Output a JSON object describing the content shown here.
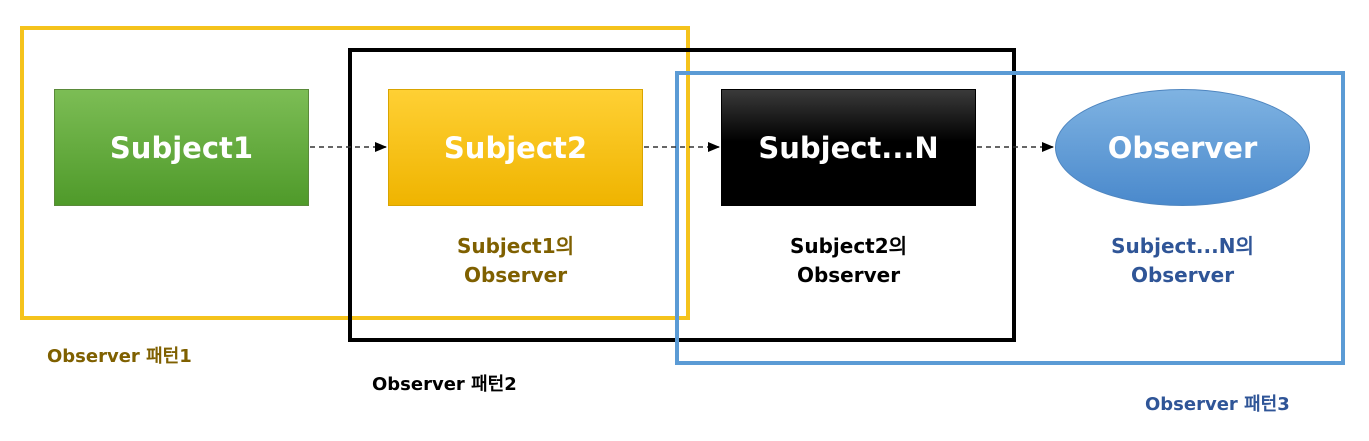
{
  "nodes": {
    "subject1": "Subject1",
    "subject2": "Subject2",
    "subject_n": "Subject...N",
    "observer": "Observer"
  },
  "captions": {
    "subject2_line1": "Subject1의",
    "subject2_line2": "Observer",
    "subject_n_line1": "Subject2의",
    "subject_n_line2": "Observer",
    "observer_line1": "Subject...N의",
    "observer_line2": "Observer"
  },
  "patterns": {
    "pattern1": "Observer 패턴1",
    "pattern2": "Observer 패턴2",
    "pattern3": "Observer 패턴3"
  },
  "colors": {
    "pattern1": "#f5c31c",
    "pattern2": "#000000",
    "pattern3": "#5b9bd5"
  }
}
